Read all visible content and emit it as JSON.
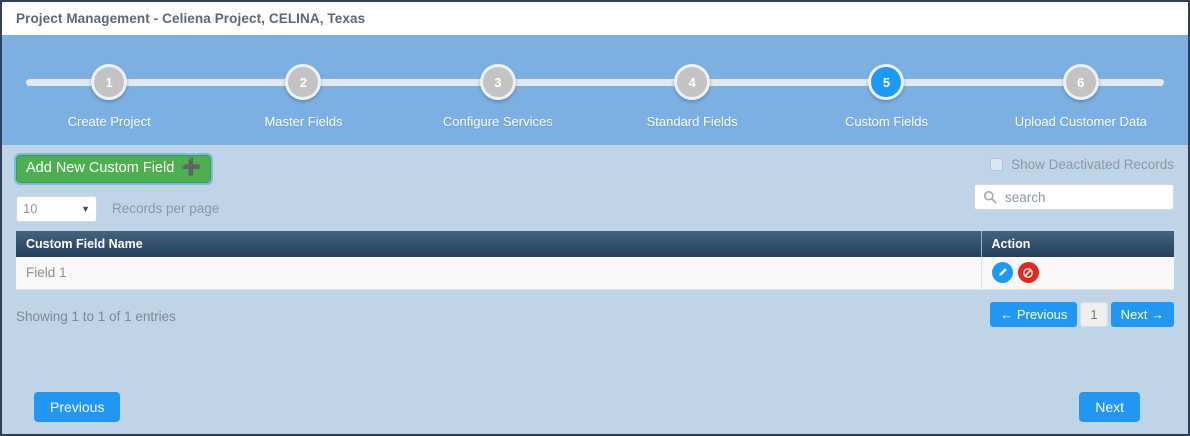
{
  "window": {
    "title": "Project Management - Celiena Project, CELINA, Texas"
  },
  "stepper": {
    "active_step": 5,
    "steps": [
      {
        "number": "1",
        "label": "Create Project"
      },
      {
        "number": "2",
        "label": "Master Fields"
      },
      {
        "number": "3",
        "label": "Configure Services"
      },
      {
        "number": "4",
        "label": "Standard Fields"
      },
      {
        "number": "5",
        "label": "Custom Fields"
      },
      {
        "number": "6",
        "label": "Upload Customer Data"
      }
    ],
    "active_color": "#1b9af7",
    "inactive_color": "#c3c3c3",
    "band_color": "#7cb0e2"
  },
  "toolbar": {
    "add_button_label": "Add New Custom Field",
    "add_button_icon": "plus-icon",
    "add_button_color": "#4cb050",
    "per_page_value": "10",
    "per_page_label": "Records per page",
    "show_deactivated_label": "Show Deactivated Records",
    "show_deactivated_checked": false,
    "search_placeholder": "search",
    "search_value": "",
    "search_icon": "search-icon"
  },
  "table": {
    "columns": [
      "Custom Field Name",
      "Action"
    ],
    "rows": [
      {
        "name": "Field 1",
        "actions": [
          {
            "icon": "pencil-icon",
            "name": "edit-row-button",
            "color": "#1b9af7"
          },
          {
            "icon": "ban-icon",
            "name": "deactivate-row-button",
            "color": "#e8261c"
          }
        ]
      }
    ]
  },
  "footer": {
    "entries_info": "Showing 1 to 1 of 1 entries",
    "previous_label": "← Previous",
    "page_number": "1",
    "next_label": "Next →"
  },
  "wizard_nav": {
    "previous_label": "Previous",
    "next_label": "Next"
  }
}
